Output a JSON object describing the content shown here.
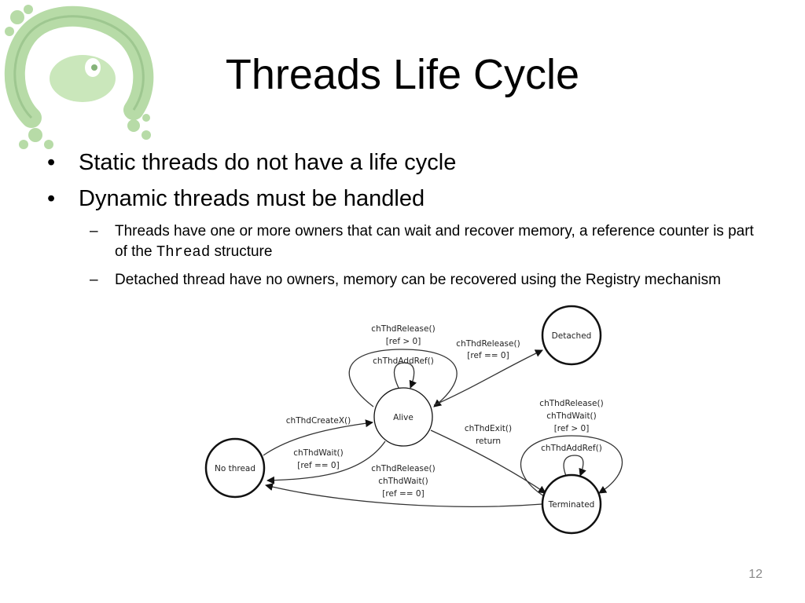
{
  "slide": {
    "title": "Threads Life Cycle",
    "page_number": "12",
    "bullet_marker": "•",
    "sub_marker": "–"
  },
  "bullets": [
    {
      "text": "Static threads do not have a life cycle"
    },
    {
      "text": "Dynamic threads must be handled"
    }
  ],
  "subbullets": [
    {
      "before": "Threads have one or more owners that can wait and recover memory, a reference counter is part of the ",
      "code": "Thread",
      "after": " structure"
    },
    {
      "text": "Detached thread have no owners, memory can be recovered using the Registry mechanism"
    }
  ],
  "diagram": {
    "nodes": {
      "alive": "Alive",
      "detached": "Detached",
      "no_thread": "No thread",
      "terminated": "Terminated"
    },
    "edges": {
      "alive_self": [
        "chThdRelease()",
        "[ref > 0]",
        "chThdAddRef()"
      ],
      "alive_detached": [
        "chThdRelease()",
        "[ref == 0]"
      ],
      "create": [
        "chThdCreateX()"
      ],
      "wait_nothread": [
        "chThdWait()",
        "[ref == 0]"
      ],
      "exit": [
        "chThdExit()",
        "return"
      ],
      "terminated_self": [
        "chThdRelease()",
        "chThdWait()",
        "[ref > 0]",
        "chThdAddRef()"
      ],
      "terminated_nothread": [
        "chThdRelease()",
        "chThdWait()",
        "[ref == 0]"
      ]
    }
  },
  "colors": {
    "logo_green": "#9fd08a",
    "logo_dark": "#5e9a4e",
    "page_number": "#8a8a8a"
  }
}
